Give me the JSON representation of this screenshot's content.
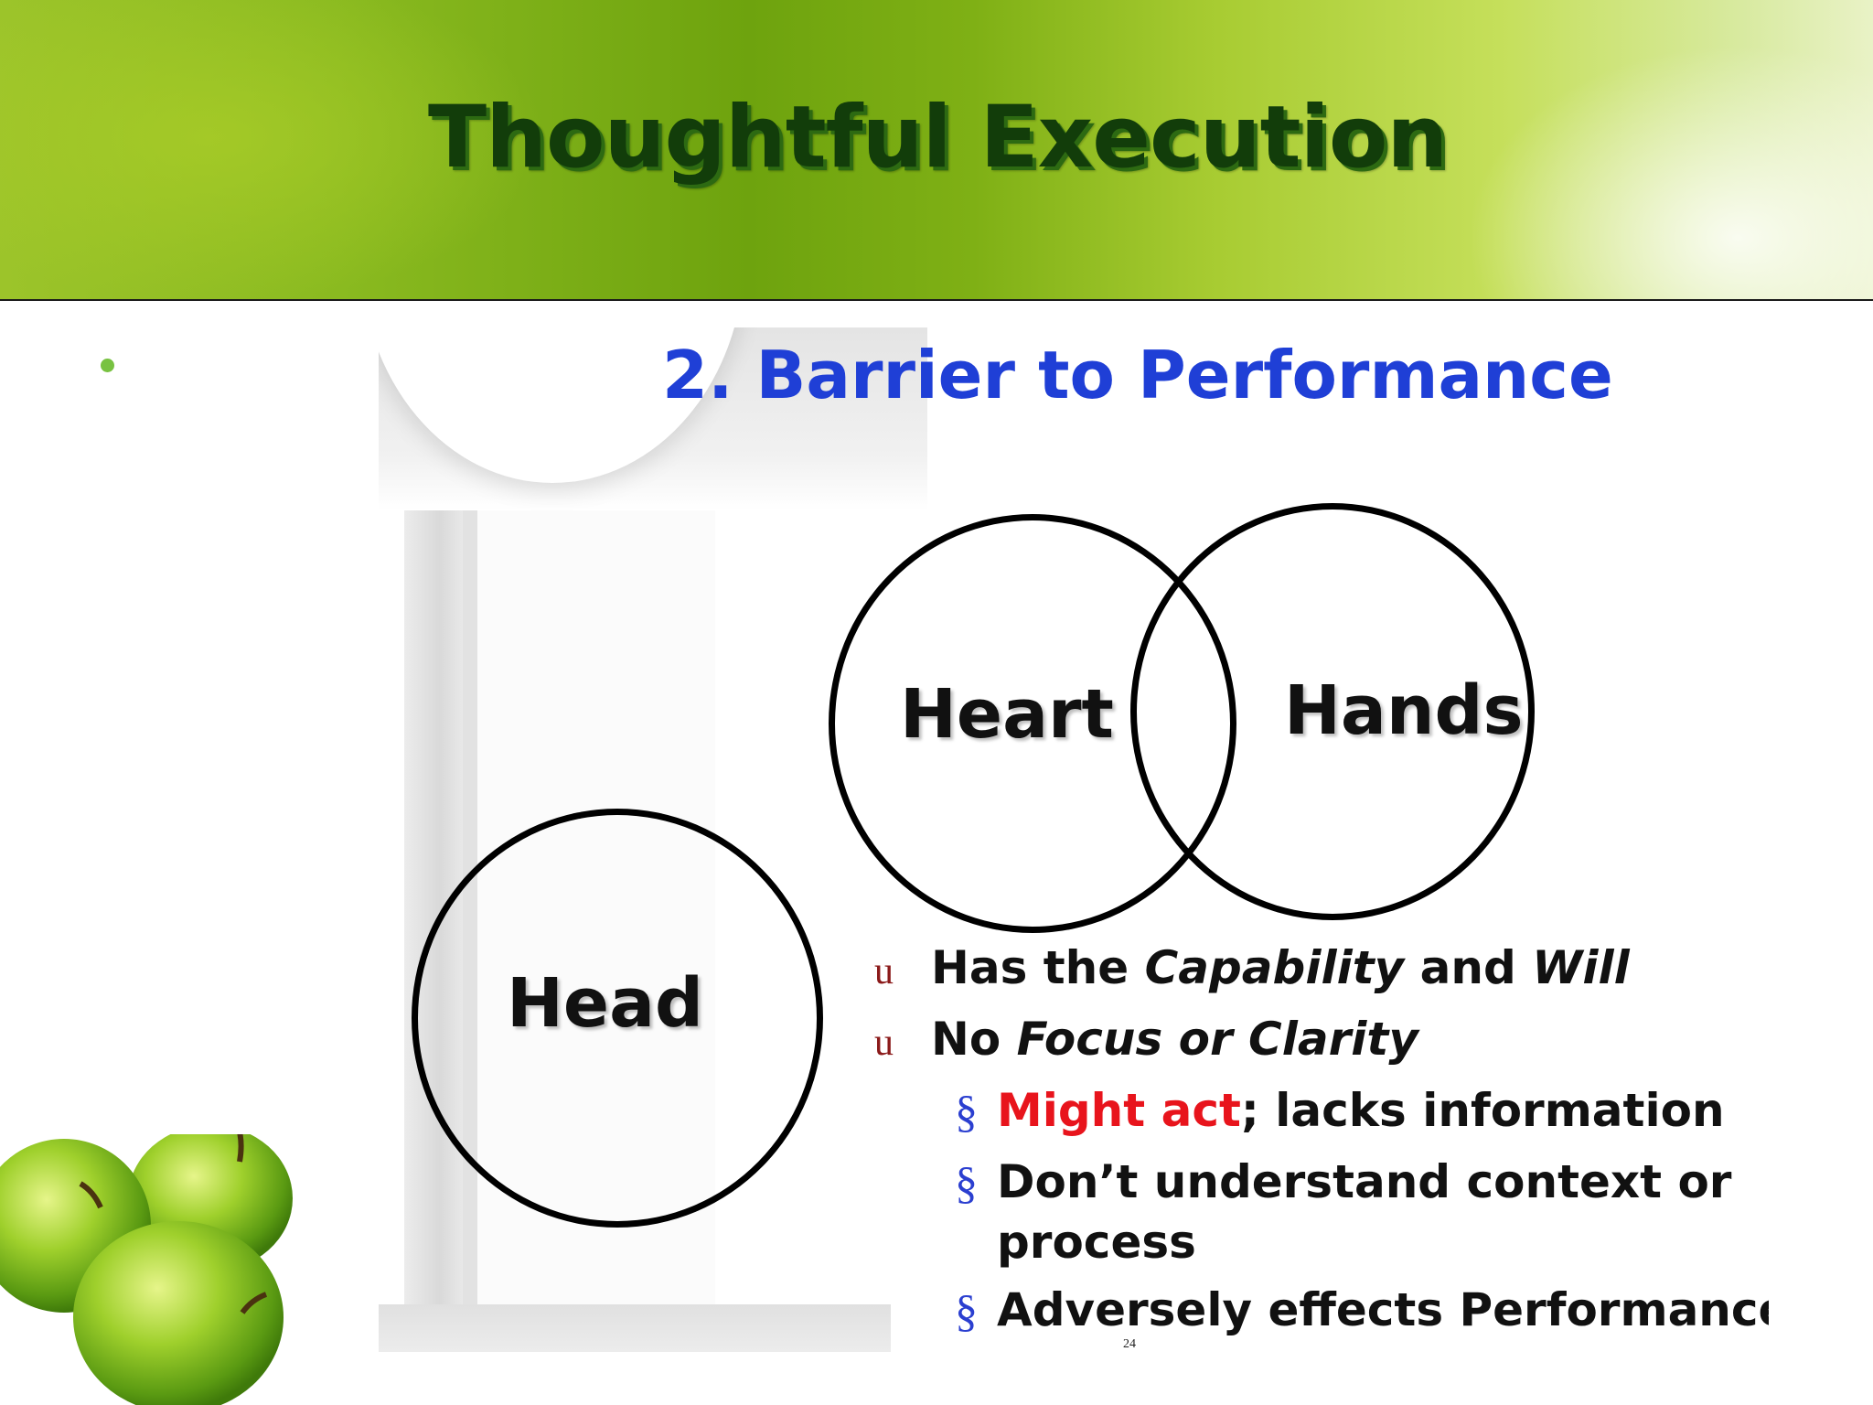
{
  "slide": {
    "title": "Thoughtful Execution"
  },
  "figure": {
    "heading": "2. Barrier to Performance",
    "circles": {
      "heart": "Heart",
      "hands": "Hands",
      "head": "Head"
    },
    "list": {
      "item1": {
        "part1": "Has the ",
        "part2": "Capability",
        "part3": " and ",
        "part4": "Will"
      },
      "item2": {
        "part1": "No ",
        "part2": "Focus or Clarity"
      },
      "sub1": {
        "part1": "Might act",
        "part2": "; lacks information"
      },
      "sub2": {
        "line1": "Don’t understand context or",
        "line2": "process"
      },
      "sub3": "Adversely effects Performance"
    },
    "markers": {
      "level1": "u",
      "level2": "§"
    },
    "page_number": "24"
  },
  "colors": {
    "title_text": "#123d0a",
    "heading_blue": "#1f3fd6",
    "emphasis_red": "#e8141c",
    "bullet_green": "#78c241"
  }
}
